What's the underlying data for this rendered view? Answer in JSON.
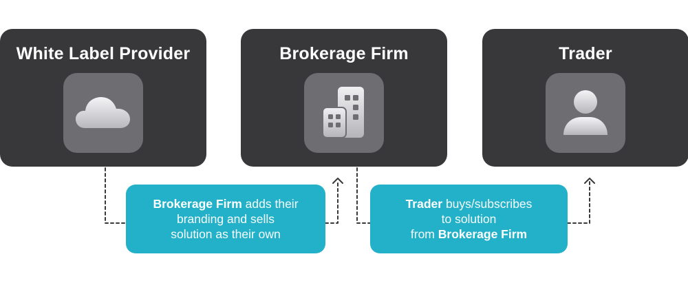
{
  "nodes": [
    {
      "title": "White Label Provider",
      "icon": "cloud-icon"
    },
    {
      "title": "Brokerage Firm",
      "icon": "buildings-icon"
    },
    {
      "title": "Trader",
      "icon": "user-icon"
    }
  ],
  "callouts": [
    {
      "line1_bold": "Brokerage Firm",
      "line1_rest": " adds their",
      "line2": "branding and sells",
      "line3": "solution as their own"
    },
    {
      "line1_bold": "Trader",
      "line1_rest": " buys/subscribes",
      "line2": "to solution",
      "line3_prefix": "from ",
      "line3_bold": "Brokerage Firm"
    }
  ],
  "colors": {
    "card": "#38373a",
    "icon_tile": "#6e6d72",
    "callout": "#22b1c8",
    "connector": "#38373a"
  }
}
